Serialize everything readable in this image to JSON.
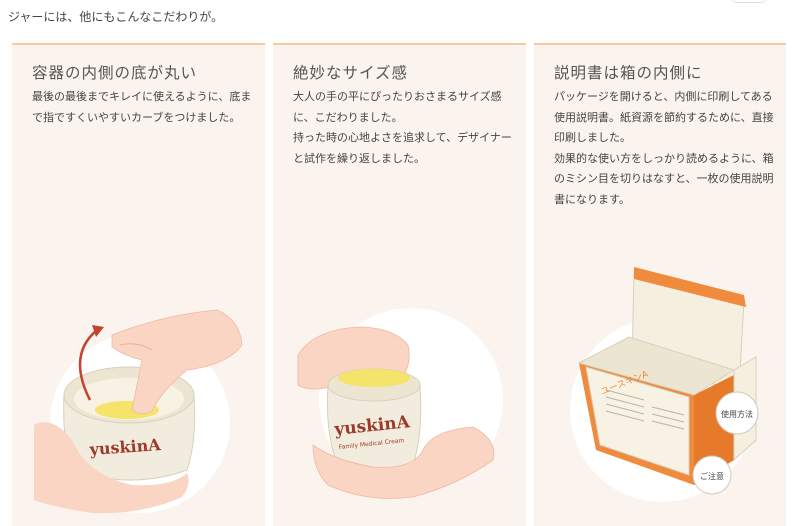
{
  "intro_text": "ジャーには、他にもこんなこだわりが。",
  "panels": [
    {
      "title": "容器の内側の底が丸い",
      "desc": [
        "最後の最後までキレイに使えるように、底まで指ですくいやすいカーブをつけました。"
      ],
      "jar_label": "yuskinA"
    },
    {
      "title": "絶妙なサイズ感",
      "desc": [
        "大人の手の平にぴったりおさまるサイズ感に、こだわりました。",
        "持った時の心地よさを追求して、デザイナーと試作を繰り返しました。"
      ],
      "jar_label": "yuskinA",
      "jar_sub": "Family Medical Cream"
    },
    {
      "title": "説明書は箱の内側に",
      "desc": [
        "パッケージを開けると、内側に印刷してある使用説明書。紙資源を節約するために、直接印刷しました。",
        "効果的な使い方をしっかり読めるように、箱のミシン目を切りはなすと、一枚の使用説明書になります。"
      ],
      "box_label": "ユースキンA",
      "badge1": "使用方法",
      "badge2": "ご注意"
    }
  ],
  "colors": {
    "panel_bg": "#fbf4ee",
    "accent": "#f6c9a2",
    "orange": "#f08a3c",
    "brand": "#9c3a2a"
  }
}
